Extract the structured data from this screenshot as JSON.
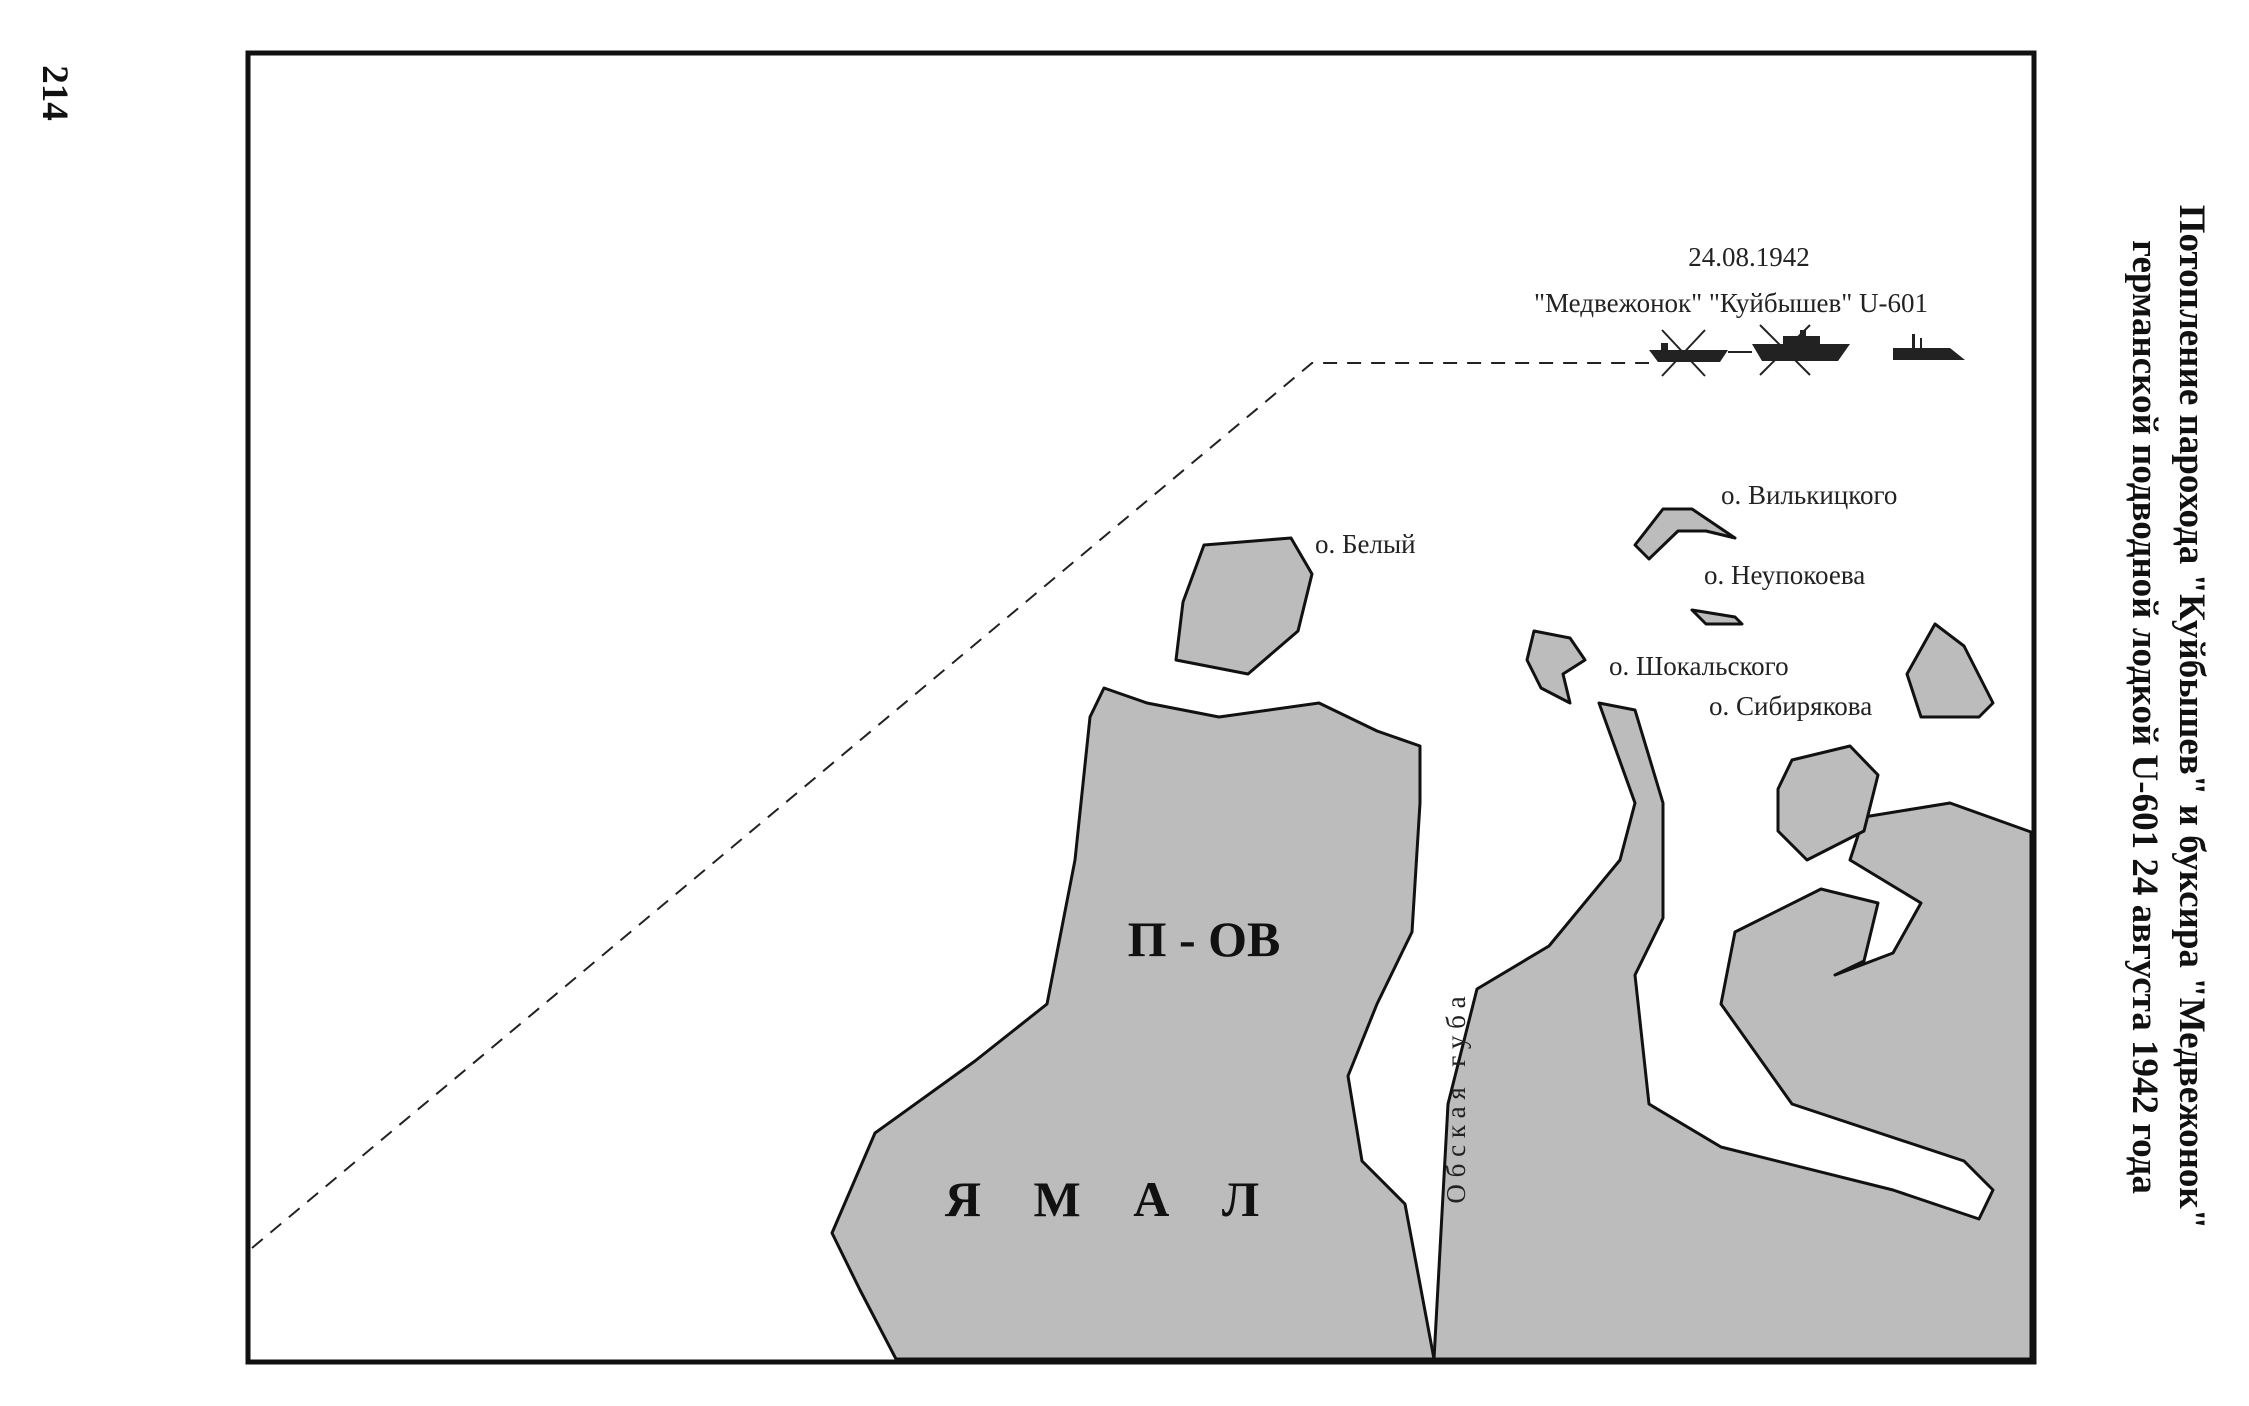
{
  "page_number": "214",
  "title": {
    "line1": "Потопление парохода \"Куйбышев\" и буксира \"Медвежонок\"",
    "line2": "германской подводной лодкой U-601 24 августа 1942 года"
  },
  "event": {
    "date": "24.08.1942",
    "ships": "\"Медвежонок\" \"Куйбышев\" U-601"
  },
  "labels": {
    "bely": "о. Белый",
    "vilkitsky": "о. Вилькицкого",
    "neupokoeva": "о. Неупокоева",
    "shokalsky": "о. Шокальского",
    "sibiryakova": "о. Сибирякова",
    "peninsula_prefix": "П - ОВ",
    "yamal": "Я М А Л",
    "ob_bay": "О б с к а я   г у б а"
  },
  "colors": {
    "land": "#bcbcbc",
    "frame": "#111111"
  }
}
